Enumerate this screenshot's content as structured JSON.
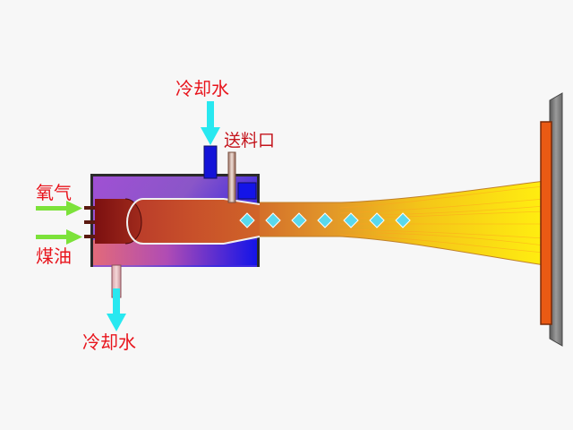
{
  "labels": {
    "cooling_water_in": "冷却水",
    "feed_port": "送料口",
    "oxygen": "氧气",
    "kerosene": "煤油",
    "cooling_water_out": "冷却水"
  },
  "particle_count": 7,
  "colors": {
    "label_red": "#e8141c",
    "feed_label": "#c4141c",
    "water_arrow": "#28e8f0",
    "gas_arrow": "#7ce23a",
    "jacket_top": "#a04cd0",
    "jacket_blue": "#1414e0",
    "nozzle_red": "#8c1414",
    "flame_yellow": "#ffe000",
    "particle": "#5ad8ec",
    "substrate_orange": "#ea5a14",
    "substrate_grey": "#808080"
  }
}
